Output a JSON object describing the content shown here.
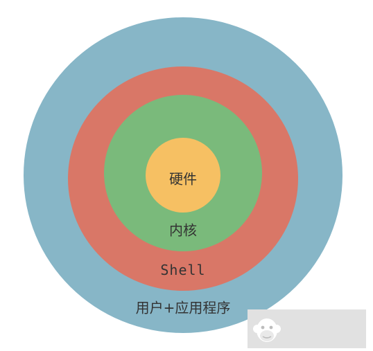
{
  "layers": {
    "user_apps": {
      "label": "用户+应用程序",
      "color": "#87b6c7"
    },
    "shell": {
      "label": "Shell",
      "color": "#d97767"
    },
    "kernel": {
      "label": "内核",
      "color": "#7aba7b"
    },
    "hardware": {
      "label": "硬件",
      "color": "#f6c063"
    }
  },
  "watermark": {
    "icon": "monkey-face-icon"
  }
}
